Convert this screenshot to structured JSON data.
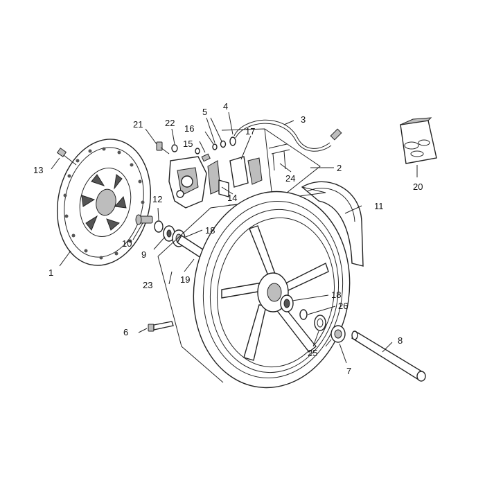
{
  "diagram": {
    "type": "exploded-parts-view",
    "callouts": [
      {
        "id": "1",
        "label": "1"
      },
      {
        "id": "2",
        "label": "2"
      },
      {
        "id": "3",
        "label": "3"
      },
      {
        "id": "4",
        "label": "4"
      },
      {
        "id": "5",
        "label": "5"
      },
      {
        "id": "6",
        "label": "6"
      },
      {
        "id": "7",
        "label": "7"
      },
      {
        "id": "8",
        "label": "8"
      },
      {
        "id": "9",
        "label": "9"
      },
      {
        "id": "10",
        "label": "10"
      },
      {
        "id": "11",
        "label": "11"
      },
      {
        "id": "12",
        "label": "12"
      },
      {
        "id": "13",
        "label": "13"
      },
      {
        "id": "14",
        "label": "14"
      },
      {
        "id": "15",
        "label": "15"
      },
      {
        "id": "16",
        "label": "16"
      },
      {
        "id": "17",
        "label": "17"
      },
      {
        "id": "18a",
        "label": "18"
      },
      {
        "id": "18b",
        "label": "18"
      },
      {
        "id": "19",
        "label": "19"
      },
      {
        "id": "20",
        "label": "20"
      },
      {
        "id": "21",
        "label": "21"
      },
      {
        "id": "22",
        "label": "22"
      },
      {
        "id": "23",
        "label": "23"
      },
      {
        "id": "24",
        "label": "24"
      },
      {
        "id": "25",
        "label": "25"
      },
      {
        "id": "26",
        "label": "26"
      }
    ]
  }
}
